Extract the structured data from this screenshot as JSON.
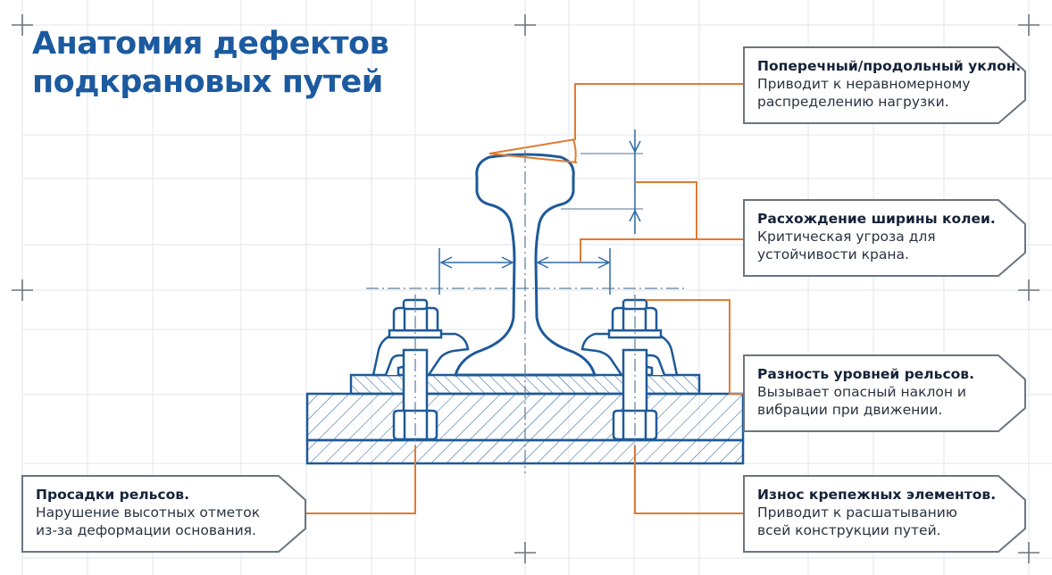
{
  "title": {
    "line1": "Анатомия дефектов",
    "line2": "подкрановых путей"
  },
  "colors": {
    "title": "#1c5aa0",
    "drawing": "#1e5a98",
    "leader": "#e07b32",
    "callout_border": "#6b7580",
    "grid": "#e6e9ee",
    "crosshair": "#6b7580"
  },
  "callouts": [
    {
      "id": "slope",
      "heading": "Поперечный/продольный уклон.",
      "line1": "Приводит к неравномерному",
      "line2": "распределению нагрузки."
    },
    {
      "id": "gauge",
      "heading": "Расхождение ширины колеи.",
      "line1": "Критическая угроза для",
      "line2": "устойчивости крана."
    },
    {
      "id": "level",
      "heading": "Разность уровней рельсов.",
      "line1": "Вызывает опасный наклон и",
      "line2": "вибрации при движении."
    },
    {
      "id": "fasteners",
      "heading": "Износ крепежных элементов.",
      "line1": "Приводит к расшатыванию",
      "line2": "всей конструкции путей."
    },
    {
      "id": "subsidence",
      "heading": "Просадки рельсов.",
      "line1": "Нарушение высотных отметок",
      "line2": "из-за деформации основания."
    }
  ]
}
